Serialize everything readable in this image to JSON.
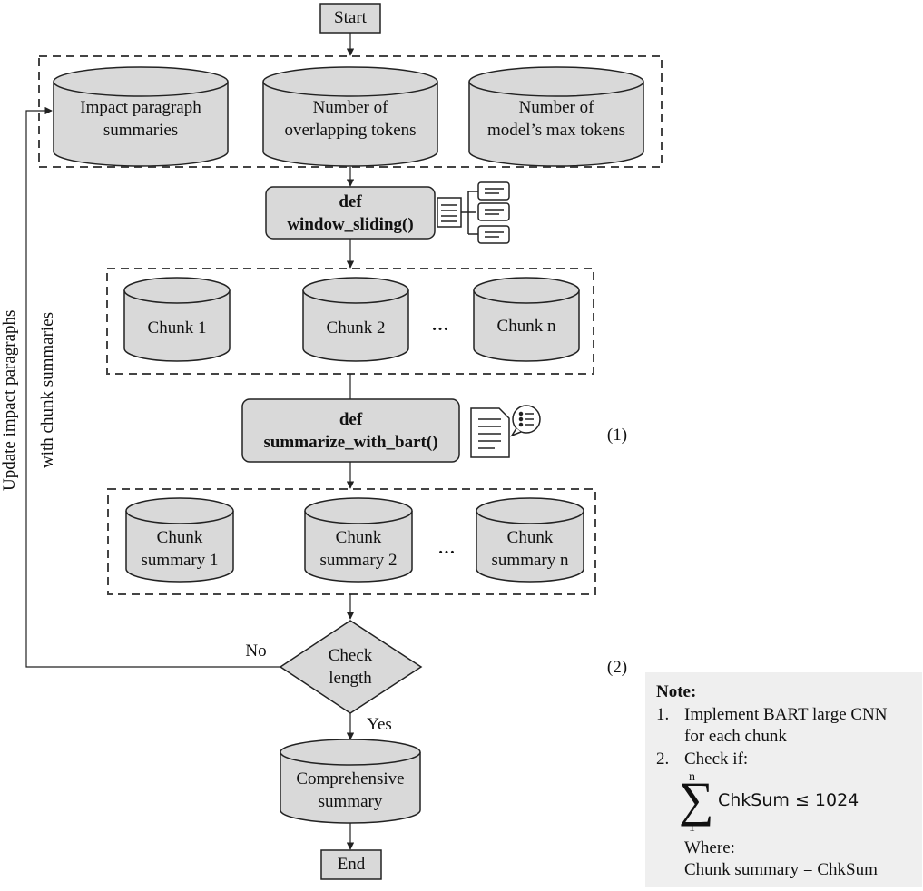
{
  "start": "Start",
  "end": "End",
  "inputs": {
    "impact": [
      "Impact paragraph",
      "summaries"
    ],
    "overlap": [
      "Number of",
      "overlapping tokens"
    ],
    "maxtok": [
      "Number of",
      "model’s max tokens"
    ]
  },
  "window_fn": [
    "def",
    "window_sliding()"
  ],
  "chunks": [
    "Chunk 1",
    "Chunk 2",
    "Chunk n"
  ],
  "ellipsis": "…",
  "summarize_fn": [
    "def",
    "summarize_with_bart()"
  ],
  "chunk_summaries": {
    "s1": [
      "Chunk",
      "summary 1"
    ],
    "s2": [
      "Chunk",
      "summary 2"
    ],
    "sn": [
      "Chunk",
      "summary n"
    ]
  },
  "decision": [
    "Check",
    "length"
  ],
  "branch_no": "No",
  "branch_yes": "Yes",
  "final": [
    "Comprehensive",
    "summary"
  ],
  "feedback_label": [
    "Update impact paragraphs",
    "with chunk summaries"
  ],
  "marker1": "(1)",
  "marker2": "(2)",
  "note": {
    "title": "Note:",
    "item1_num": "1.",
    "item1_lines": [
      "Implement BART large CNN",
      "for each chunk"
    ],
    "item2_num": "2.",
    "item2_text": "Check if:",
    "sum_upper": "n",
    "sum_lower": "1",
    "sum_expr": "ChkSum ≤ 1024",
    "where": "Where:",
    "definition": "Chunk summary = ChkSum"
  }
}
